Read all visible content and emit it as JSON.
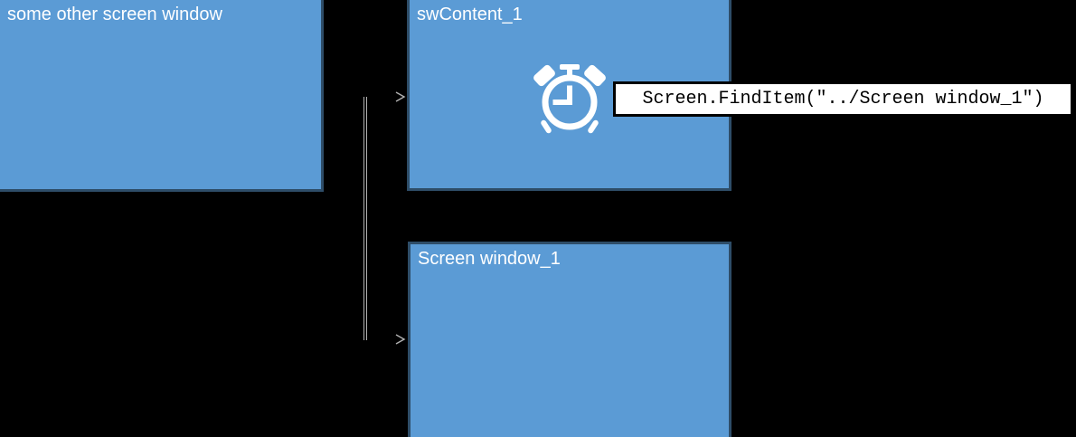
{
  "diagram": {
    "background_color": "#000000",
    "node_fill_color": "#5b9bd5",
    "node_border_color": "#2e4d68",
    "node_title_color": "#ffffff",
    "edge_color": "#b3b3b3",
    "label_background_color": "#ffffff",
    "label_border_color": "#000000",
    "label_text_color": "#000000"
  },
  "nodes": [
    {
      "id": "other-screen-window",
      "title": "some other screen window",
      "icon": null
    },
    {
      "id": "swcontent-1",
      "title": "swContent_1",
      "icon": "alarm-clock-icon"
    },
    {
      "id": "screen-window-1",
      "title": "Screen window_1",
      "icon": null
    }
  ],
  "callout": {
    "id": "find-item-call",
    "text": "Screen.FindItem(\"../Screen window_1\")"
  },
  "edges": [
    {
      "id": "edge-to-swcontent",
      "arrow": "arrow-open-right-icon"
    },
    {
      "id": "edge-to-screen-window",
      "arrow": "arrow-open-right-icon"
    }
  ]
}
